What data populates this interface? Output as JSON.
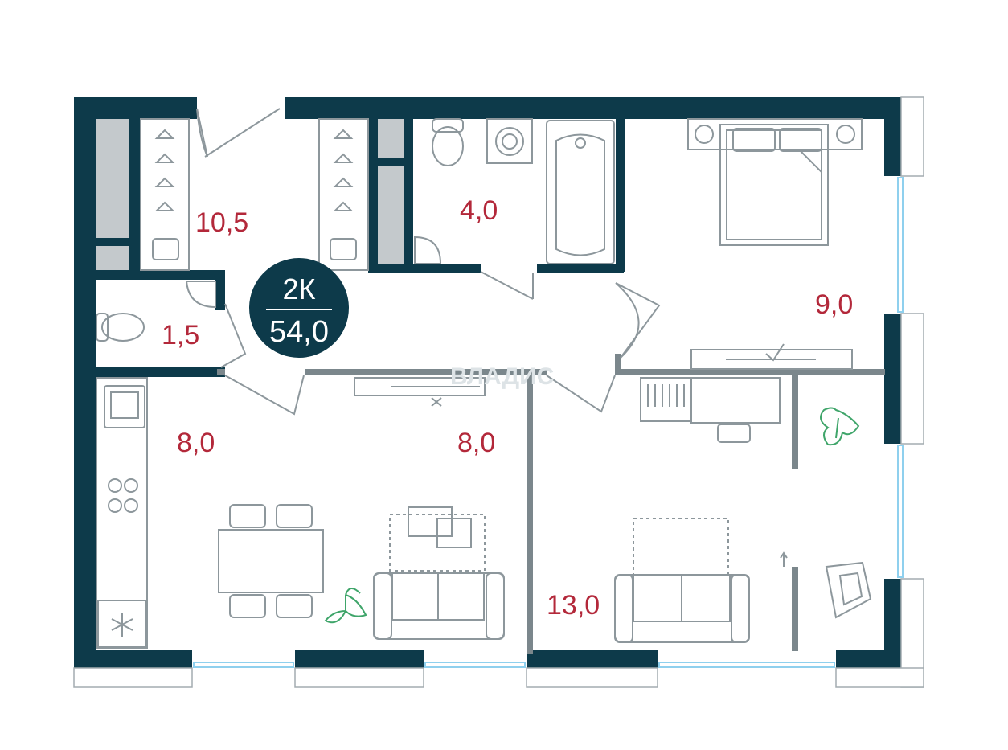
{
  "badge": {
    "type": "2К",
    "area": "54,0"
  },
  "rooms": [
    {
      "id": "hallway",
      "area": "10,5"
    },
    {
      "id": "toilet",
      "area": "1,5"
    },
    {
      "id": "bathroom",
      "area": "4,0"
    },
    {
      "id": "bedroom",
      "area": "9,0"
    },
    {
      "id": "kitchen",
      "area": "8,0"
    },
    {
      "id": "living",
      "area": "8,0"
    },
    {
      "id": "room",
      "area": "13,0"
    }
  ],
  "watermark": "ВЛАДИС",
  "colors": {
    "wall": "#0d3a4a",
    "label": "#b3283a",
    "window": "#8fd0ee",
    "plant": "#3fa56a"
  },
  "icons": [
    "snowflake-icon",
    "leaf-icon",
    "wardrobe-hanger-icon",
    "washing-machine-icon",
    "sink-icon",
    "toilet-icon"
  ]
}
